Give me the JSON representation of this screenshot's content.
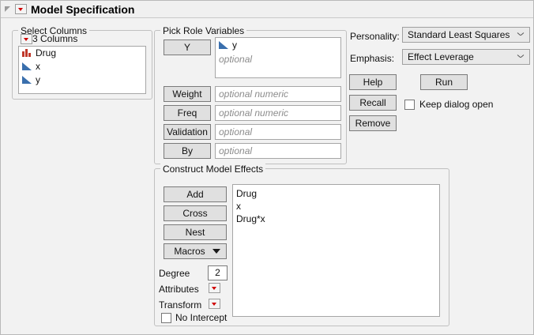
{
  "window": {
    "title": "Model Specification",
    "disclosure_icon": "triangle-collapse-icon",
    "menu_icon": "red-dropdown-icon"
  },
  "select_columns": {
    "legend": "Select Columns",
    "count_label": "3 Columns",
    "count_menu_icon": "red-dropdown-icon",
    "columns": [
      {
        "name": "Drug",
        "type": "nominal",
        "icon": "nominal-bar-icon"
      },
      {
        "name": "x",
        "type": "continuous",
        "icon": "continuous-triangle-icon"
      },
      {
        "name": "y",
        "type": "continuous",
        "icon": "continuous-triangle-icon"
      }
    ]
  },
  "pick_role_variables": {
    "legend": "Pick Role Variables",
    "roles": [
      {
        "button": "Y",
        "value": "y",
        "value_icon": "continuous-triangle-icon",
        "placeholder": "optional"
      },
      {
        "button": "Weight",
        "value": "",
        "placeholder": "optional numeric"
      },
      {
        "button": "Freq",
        "value": "",
        "placeholder": "optional numeric"
      },
      {
        "button": "Validation",
        "value": "",
        "placeholder": "optional"
      },
      {
        "button": "By",
        "value": "",
        "placeholder": "optional"
      }
    ]
  },
  "construct_model_effects": {
    "legend": "Construct Model Effects",
    "buttons": [
      {
        "label": "Add"
      },
      {
        "label": "Cross"
      },
      {
        "label": "Nest"
      },
      {
        "label": "Macros",
        "has_arrow": true
      }
    ],
    "degree_label": "Degree",
    "degree_value": "2",
    "attributes_label": "Attributes",
    "attributes_icon": "red-dropdown-icon",
    "transform_label": "Transform",
    "transform_icon": "red-dropdown-icon",
    "no_intercept_label": "No Intercept",
    "no_intercept_checked": false,
    "effects": [
      "Drug",
      "x",
      "Drug*x"
    ]
  },
  "options": {
    "personality_label": "Personality:",
    "personality_value": "Standard Least Squares",
    "emphasis_label": "Emphasis:",
    "emphasis_value": "Effect Leverage",
    "help_label": "Help",
    "recall_label": "Recall",
    "remove_label": "Remove",
    "run_label": "Run",
    "keep_dialog_open_label": "Keep dialog open",
    "keep_dialog_open_checked": false
  },
  "colors": {
    "background": "#f2f2f2",
    "button_face": "#e0e0e0",
    "nominal_red": "#c0392b",
    "continuous_blue": "#3a6fad",
    "menu_red": "#d00000"
  }
}
